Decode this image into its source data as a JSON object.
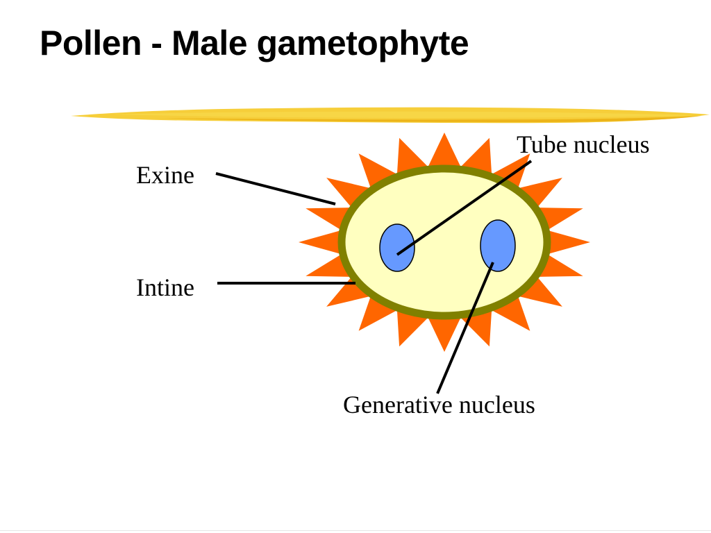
{
  "slide": {
    "title": "Pollen - Male gametophyte"
  },
  "labels": {
    "tube_nucleus": "Tube nucleus",
    "exine": "Exine",
    "intine": "Intine",
    "generative_nucleus": "Generative nucleus"
  },
  "colors": {
    "exine_spikes": "#FF6600",
    "intine_ring": "#808000",
    "cytoplasm": "#FFFFC0",
    "nucleus": "#6699FF",
    "brush_stroke": "#F5C518",
    "leader_lines": "#000000"
  }
}
